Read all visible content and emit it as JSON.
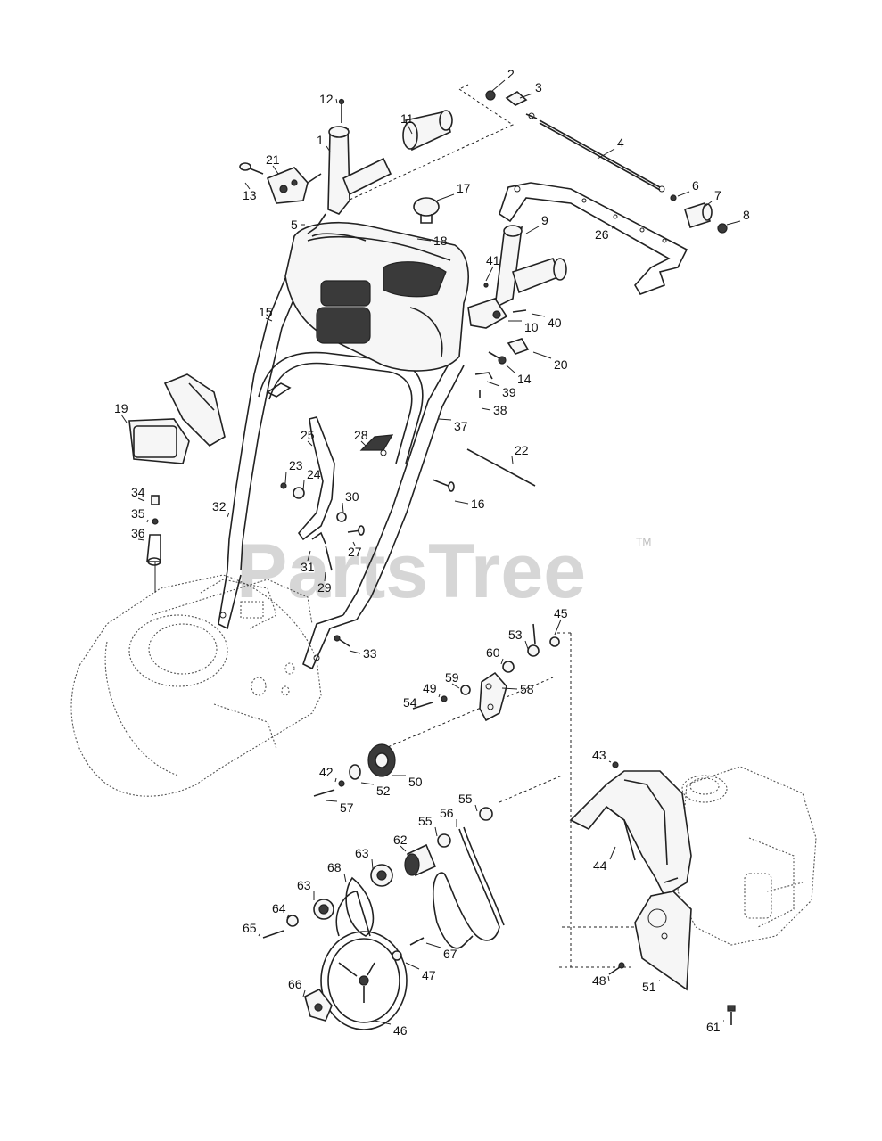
{
  "watermark": {
    "text": "PartsTree",
    "trademark": "TM"
  },
  "callouts": [
    {
      "id": "c2",
      "text": "2"
    },
    {
      "id": "c3",
      "text": "3"
    },
    {
      "id": "c4",
      "text": "4"
    },
    {
      "id": "c12",
      "text": "12"
    },
    {
      "id": "c11",
      "text": "11"
    },
    {
      "id": "c1",
      "text": "1"
    },
    {
      "id": "c21",
      "text": "21"
    },
    {
      "id": "c13",
      "text": "13"
    },
    {
      "id": "c17",
      "text": "17"
    },
    {
      "id": "c6",
      "text": "6"
    },
    {
      "id": "c7",
      "text": "7"
    },
    {
      "id": "c8",
      "text": "8"
    },
    {
      "id": "c5",
      "text": "5"
    },
    {
      "id": "c9",
      "text": "9"
    },
    {
      "id": "c26",
      "text": "26"
    },
    {
      "id": "c18",
      "text": "18"
    },
    {
      "id": "c41",
      "text": "41"
    },
    {
      "id": "c15",
      "text": "15"
    },
    {
      "id": "c40",
      "text": "40"
    },
    {
      "id": "c10",
      "text": "10"
    },
    {
      "id": "c20",
      "text": "20"
    },
    {
      "id": "c14",
      "text": "14"
    },
    {
      "id": "c39",
      "text": "39"
    },
    {
      "id": "c38",
      "text": "38"
    },
    {
      "id": "c19",
      "text": "19"
    },
    {
      "id": "c37",
      "text": "37"
    },
    {
      "id": "c25",
      "text": "25"
    },
    {
      "id": "c28",
      "text": "28"
    },
    {
      "id": "c22",
      "text": "22"
    },
    {
      "id": "c23",
      "text": "23"
    },
    {
      "id": "c24",
      "text": "24"
    },
    {
      "id": "c34",
      "text": "34"
    },
    {
      "id": "c30",
      "text": "30"
    },
    {
      "id": "c16",
      "text": "16"
    },
    {
      "id": "c32",
      "text": "32"
    },
    {
      "id": "c35",
      "text": "35"
    },
    {
      "id": "c36",
      "text": "36"
    },
    {
      "id": "c27",
      "text": "27"
    },
    {
      "id": "c31",
      "text": "31"
    },
    {
      "id": "c29",
      "text": "29"
    },
    {
      "id": "c45",
      "text": "45"
    },
    {
      "id": "c53",
      "text": "53"
    },
    {
      "id": "c33",
      "text": "33"
    },
    {
      "id": "c60",
      "text": "60"
    },
    {
      "id": "c59",
      "text": "59"
    },
    {
      "id": "c49",
      "text": "49"
    },
    {
      "id": "c54",
      "text": "54"
    },
    {
      "id": "c58",
      "text": "58"
    },
    {
      "id": "c43",
      "text": "43"
    },
    {
      "id": "c42",
      "text": "42"
    },
    {
      "id": "c50",
      "text": "50"
    },
    {
      "id": "c52",
      "text": "52"
    },
    {
      "id": "c57",
      "text": "57"
    },
    {
      "id": "c55a",
      "text": "55"
    },
    {
      "id": "c55b",
      "text": "55"
    },
    {
      "id": "c56",
      "text": "56"
    },
    {
      "id": "c62",
      "text": "62"
    },
    {
      "id": "c63a",
      "text": "63"
    },
    {
      "id": "c68",
      "text": "68"
    },
    {
      "id": "c44",
      "text": "44"
    },
    {
      "id": "c63b",
      "text": "63"
    },
    {
      "id": "c64",
      "text": "64"
    },
    {
      "id": "c65",
      "text": "65"
    },
    {
      "id": "c67",
      "text": "67"
    },
    {
      "id": "c47",
      "text": "47"
    },
    {
      "id": "c48",
      "text": "48"
    },
    {
      "id": "c51",
      "text": "51"
    },
    {
      "id": "c66",
      "text": "66"
    },
    {
      "id": "c46",
      "text": "46"
    },
    {
      "id": "c61",
      "text": "61"
    }
  ]
}
